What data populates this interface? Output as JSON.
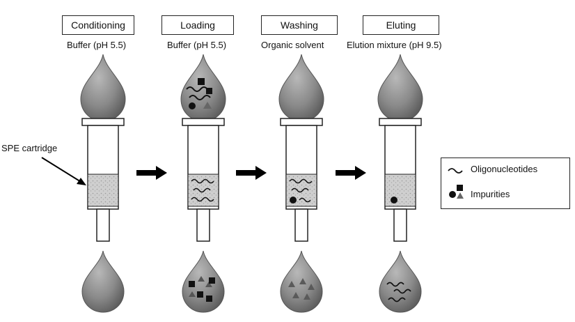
{
  "stages": [
    {
      "title": "Conditioning",
      "subtitle": "Buffer (pH 5.5)"
    },
    {
      "title": "Loading",
      "subtitle": "Buffer (pH 5.5)"
    },
    {
      "title": "Washing",
      "subtitle": "Organic solvent"
    },
    {
      "title": "Eluting",
      "subtitle": "Elution mixture (pH 9.5)"
    }
  ],
  "callout": {
    "label": "SPE cartridge"
  },
  "legend": {
    "oligo_label": "Oligonucleotides",
    "impurities_label": "Impurities"
  },
  "colors": {
    "drop_fill": "#8a8a8a",
    "outline": "#222222",
    "packing": "#cfcfcf",
    "arrow": "#000000"
  }
}
